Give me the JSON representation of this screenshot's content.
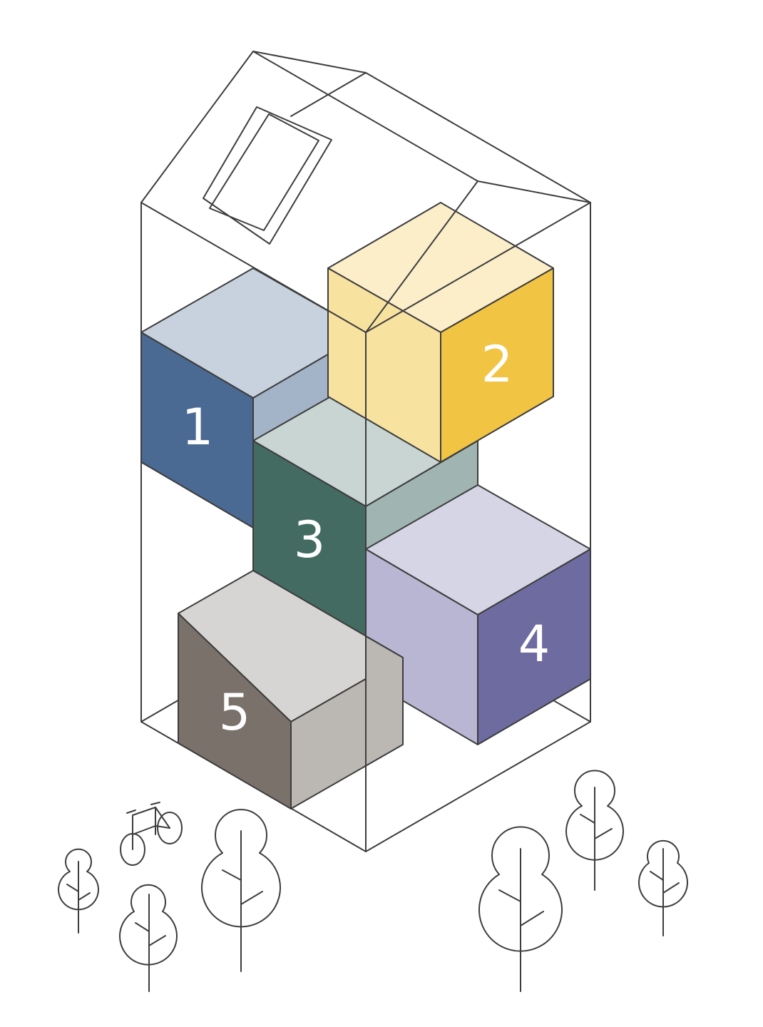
{
  "diagram": {
    "blocks": [
      {
        "id": "block-1",
        "label": "1",
        "colors": {
          "top": "#c8d2de",
          "left": "#4a6993",
          "right": "#a3b3c8"
        }
      },
      {
        "id": "block-2",
        "label": "2",
        "colors": {
          "top": "#fbeec9",
          "left": "#f8e2a0",
          "right": "#f1c443"
        }
      },
      {
        "id": "block-3",
        "label": "3",
        "colors": {
          "top": "#c8d5d3",
          "left": "#436b61",
          "right": "#a0b5b2"
        }
      },
      {
        "id": "block-4",
        "label": "4",
        "colors": {
          "top": "#d5d5e6",
          "left": "#b8b6d3",
          "right": "#6e6ba0"
        }
      },
      {
        "id": "block-5",
        "label": "5",
        "colors": {
          "top": "#d6d5d3",
          "left": "#7a716b",
          "right": "#bbb8b4"
        }
      }
    ],
    "line_color": "#3d3d3d",
    "icons": [
      "house-outline-icon",
      "roof-window-icon",
      "bicycle-icon",
      "tree-icon"
    ]
  }
}
